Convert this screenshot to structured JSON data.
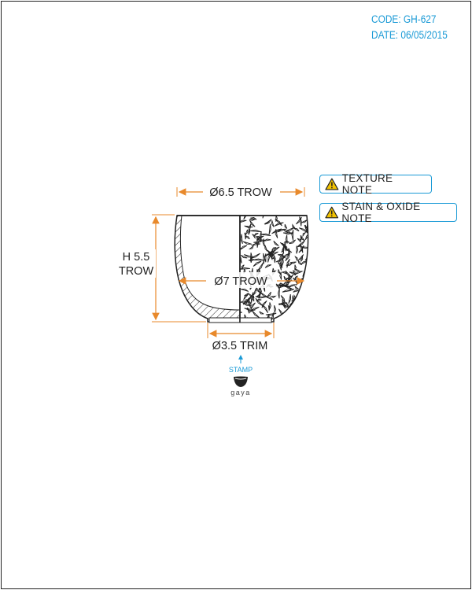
{
  "header": {
    "code": "CODE: GH-627",
    "date": "DATE: 06/05/2015"
  },
  "notes": [
    {
      "label": "TEXTURE NOTE",
      "icon": "warning-icon"
    },
    {
      "label": "STAIN & OXIDE NOTE",
      "icon": "warning-icon"
    }
  ],
  "dimensions": {
    "top_diameter": "Ø6.5 TROW",
    "height_line1": "H 5.5",
    "height_line2": "TROW",
    "mid_diameter": "Ø7 TROW",
    "foot_diameter": "Ø3.5 TRIM"
  },
  "stamp": {
    "label": "STAMP",
    "brand": "gaya"
  },
  "colors": {
    "accent": "#1a9ad6",
    "dimension": "#e8892b",
    "line": "#222222",
    "warning": "#f2c200"
  }
}
